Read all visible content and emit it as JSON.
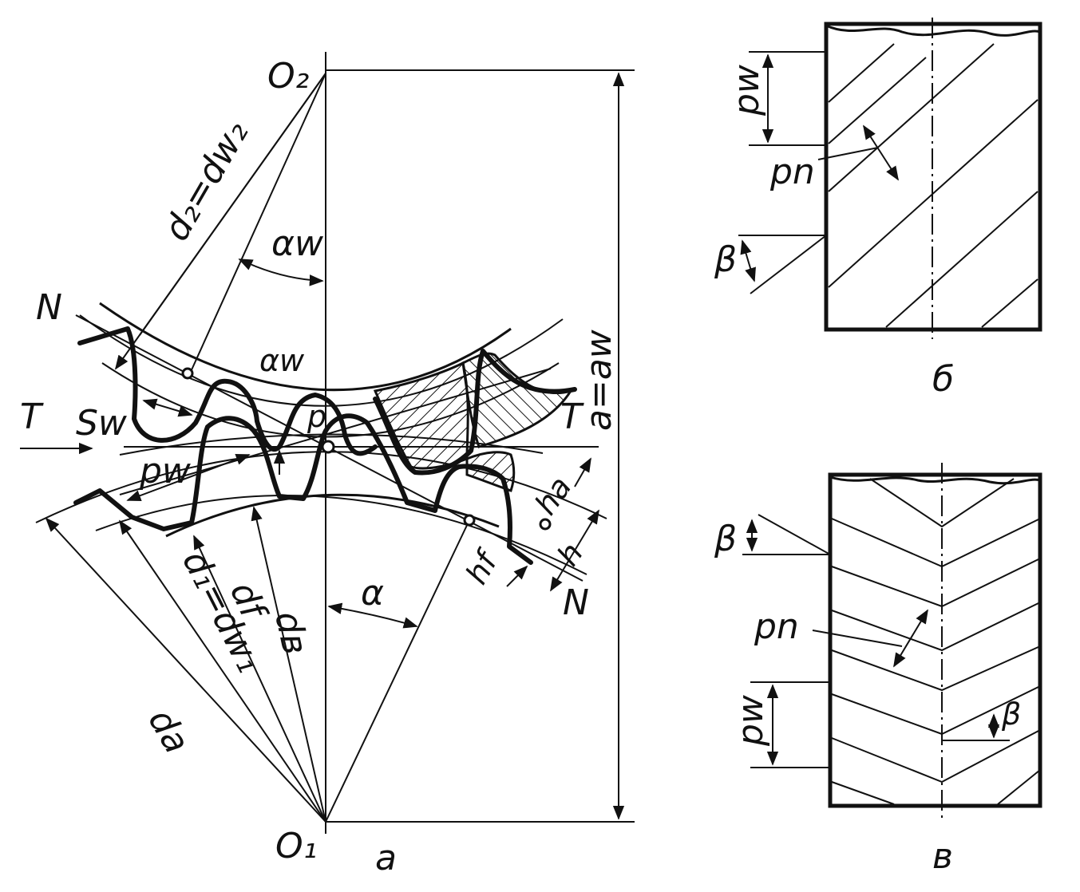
{
  "panels": {
    "a": {
      "caption": "а",
      "labels": {
        "o2": "O₂",
        "o1": "O₁",
        "n_top": "N",
        "n_bottom": "N",
        "t_left": "T",
        "t_right": "T",
        "p": "p",
        "sw": "Sw",
        "pw": "pw",
        "d2": "d₂=dw₂",
        "alpha_w_top": "αw",
        "alpha_w_mid": "αw",
        "alpha": "α",
        "aw": "a=aw",
        "ha": "ha",
        "h": "h",
        "hf": "hf",
        "da": "da",
        "d1": "d₁=dw₁",
        "df": "df",
        "db": "dв"
      }
    },
    "b": {
      "caption": "б",
      "labels": {
        "pw": "pw",
        "pn": "pn",
        "beta": "β"
      }
    },
    "v": {
      "caption": "в",
      "labels": {
        "beta_top": "β",
        "pn": "pn",
        "pw": "pw",
        "beta_bottom": "β"
      }
    }
  }
}
